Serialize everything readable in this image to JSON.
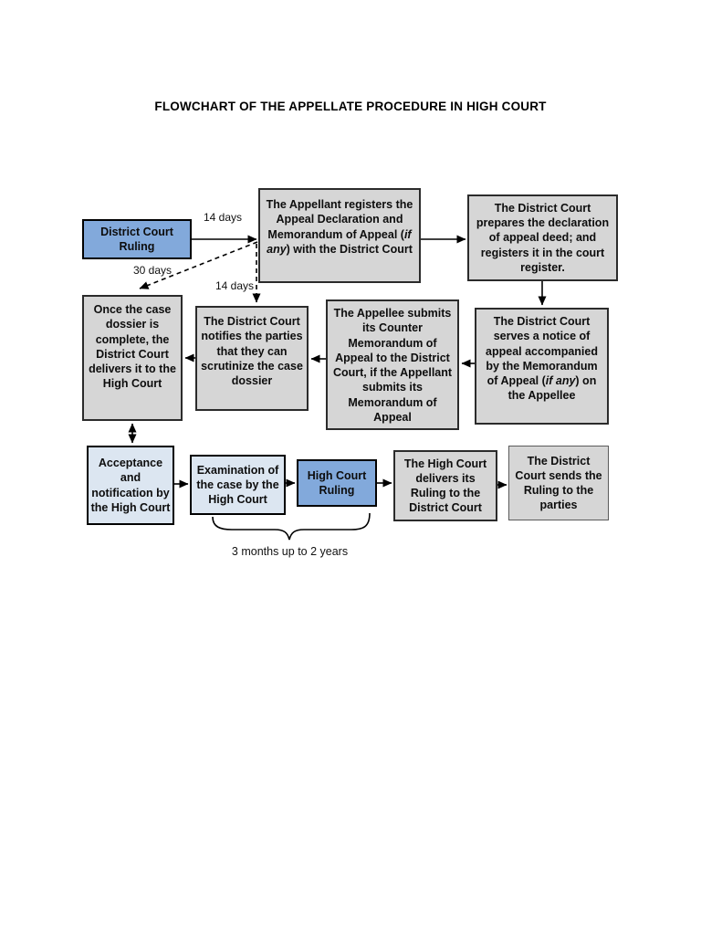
{
  "page": {
    "title": "FLOWCHART OF THE APPELLATE PROCEDURE IN HIGH COURT"
  },
  "colors": {
    "box_blue": "#82a9db",
    "box_light_blue": "#dce6f1",
    "box_gray": "#d6d6d6",
    "line": "#000000",
    "page_bg": "#ffffff"
  },
  "labels": {
    "arrow_14_days_top": "14 days",
    "arrow_30_days": "30 days",
    "arrow_14_days_side": "14 days",
    "brace_duration": "3 months up to 2 years"
  },
  "boxes": {
    "district_court_ruling": {
      "text": "District Court Ruling"
    },
    "appellant_registers": {
      "text_before": "The Appellant registers the Appeal Declaration and Memorandum of Appeal (",
      "text_italic": "if any",
      "text_after": ") with the District Court"
    },
    "district_court_prepares": {
      "text": "The District Court prepares the declaration of appeal deed; and registers it in the court register."
    },
    "once_dossier": {
      "text": "Once the case dossier is complete, the District Court delivers it to the High Court"
    },
    "court_notifies": {
      "text": "The District Court notifies the parties that they can scrutinize the case dossier"
    },
    "appellee_submits": {
      "text": "The Appellee submits its Counter Memorandum of Appeal to the District Court, if the Appellant submits its Memorandum of Appeal"
    },
    "court_serves": {
      "text_before": "The District Court serves a notice of appeal accompanied by the Memorandum of Appeal (",
      "text_italic": "if any",
      "text_after": ") on the Appellee"
    },
    "acceptance": {
      "text": "Acceptance and notification by the High Court"
    },
    "examination": {
      "text": "Examination of the case by the High Court"
    },
    "high_court_ruling": {
      "text": "High Court Ruling"
    },
    "delivers_ruling": {
      "text": "The High Court delivers its Ruling to the District Court"
    },
    "sends_ruling": {
      "text": "The District Court sends the Ruling to the parties"
    }
  }
}
